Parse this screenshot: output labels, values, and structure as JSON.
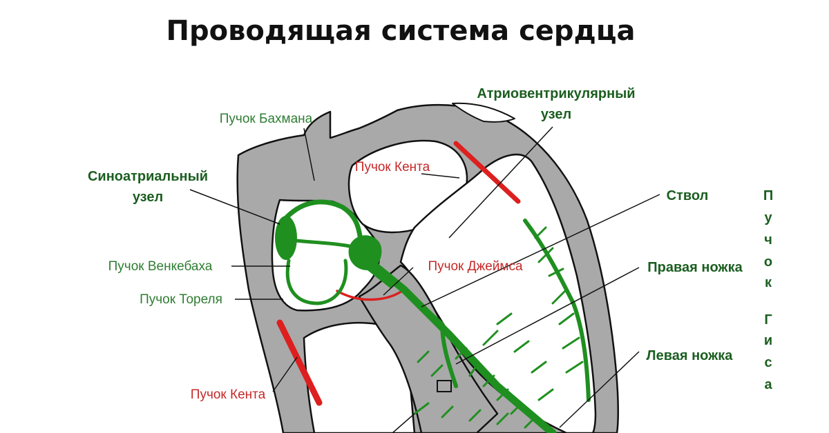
{
  "title": "Проводящая система сердца",
  "labels": {
    "bachmann": "Пучок Бахмана",
    "sa_node_line1": "Синоатриальный",
    "sa_node_line2": "узел",
    "av_node_line1": "Атриовентрикулярный",
    "av_node_line2": "узел",
    "kent_top": "Пучок Кента",
    "kent_bottom": "Пучок Кента",
    "wenckebach": "Пучок Венкебаха",
    "thorel": "Пучок Тореля",
    "james": "Пучок Джеймса",
    "trunk": "Ствол",
    "right_branch": "Правая ножка",
    "left_branch": "Левая ножка"
  },
  "his_bundle_letters": [
    "П",
    "у",
    "ч",
    "о",
    "к",
    "",
    "Г",
    "и",
    "с",
    "а"
  ],
  "colors": {
    "tissue": "#a9a9a9",
    "conduction": "#1f8f1f",
    "accessory": "#dd1f1f",
    "label_green": "#2e7d32",
    "label_red": "#c62828",
    "outline": "#111111"
  }
}
